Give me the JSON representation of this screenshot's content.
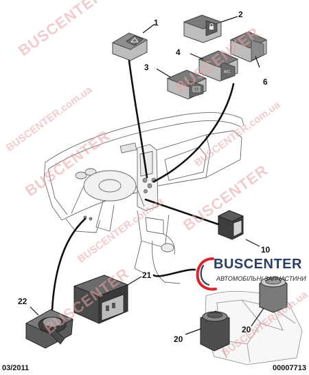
{
  "watermark": {
    "text": "BUSCENTER",
    "domain": "BUSCENTER.com.ua",
    "color": "#e8a0a0"
  },
  "logo": {
    "name": "BUSCENTER",
    "tagline": "АВТОМОБІЛЬНІ ЗАПЧАСТИНИ",
    "colors": {
      "text": "#2b3e63",
      "ring": "#d9262b"
    }
  },
  "callouts": {
    "c1": "1",
    "c2": "2",
    "c3": "3",
    "c4": "4",
    "c6": "6",
    "c10": "10",
    "c20a": "20",
    "c20b": "20",
    "c21": "21",
    "c22": "22"
  },
  "switch_labels": {
    "ac": "A/C"
  },
  "icons": [
    "hazard-triangle-icon",
    "lock-icon",
    "rear-defrost-icon"
  ],
  "footer": {
    "date": "03/2011",
    "ref": "00007713"
  }
}
